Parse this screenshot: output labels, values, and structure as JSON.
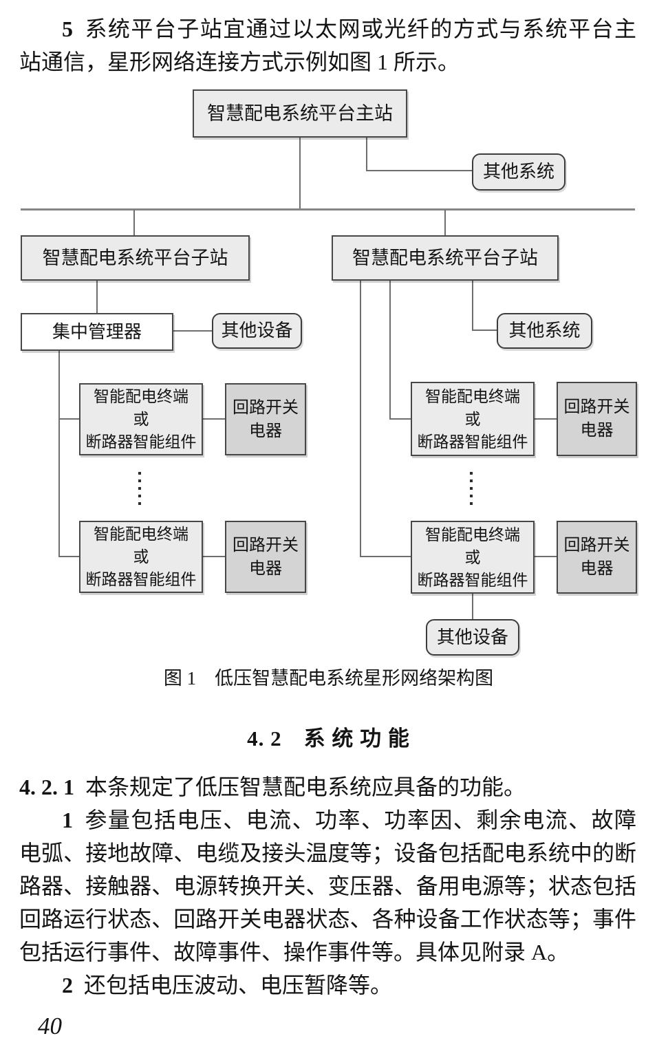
{
  "intro": {
    "num": "5",
    "line1": "系统平台子站宜通过以太网或光纤的方式与系统平台主",
    "line2": "站通信，星形网络连接方式示例如图 1 所示。"
  },
  "figure": {
    "caption": "图 1　低压智慧配电系统星形网络架构图",
    "master": "智慧配电系统平台主站",
    "other_system": "其他系统",
    "substation": "智慧配电系统平台子站",
    "manager": "集中管理器",
    "other_device": "其他设备",
    "terminal_l1": "智能配电终端",
    "terminal_l2": "或",
    "terminal_l3": "断路器智能组件",
    "switch_l1": "回路开关",
    "switch_l2": "电器"
  },
  "section": {
    "heading": "4. 2　系 统 功 能",
    "clause_num": "4. 2. 1",
    "clause_text": "本条规定了低压智慧配电系统应具备的功能。",
    "item1_num": "1",
    "item1_line1": "参量包括电压、电流、功率、功率因、剩余电流、故障",
    "item1_line2": "电弧、接地故障、电缆及接头温度等；设备包括配电系统中的断",
    "item1_line3": "路器、接触器、电源转换开关、变压器、备用电源等；状态包括",
    "item1_line4": "回路运行状态、回路开关电器状态、各种设备工作状态等；事件",
    "item1_line5": "包括运行事件、故障事件、操作事件等。具体见附录 A。",
    "item2_num": "2",
    "item2_text": "还包括电压波动、电压暂降等。"
  },
  "page_number": "40",
  "colors": {
    "box_fill_light": "#ebebeb",
    "box_fill_dark": "#d4d4d4",
    "box_fill_white": "#ffffff",
    "box_border": "#474747",
    "connector": "#6e6e6e",
    "text": "#141414"
  }
}
